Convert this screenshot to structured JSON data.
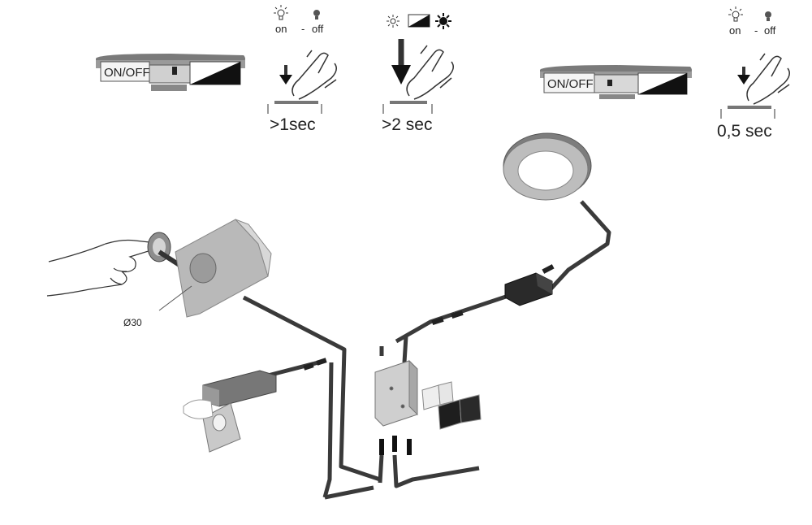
{
  "switch_label": "ON/OFF",
  "mode_left": {
    "on": "on",
    "separator": "-",
    "off": "off",
    "duration": ">1sec"
  },
  "mode_middle": {
    "duration": ">2 sec"
  },
  "mode_right": {
    "on": "on",
    "separator": "-",
    "off": "off",
    "duration": "0,5 sec"
  },
  "diameter_label": "Ø30"
}
